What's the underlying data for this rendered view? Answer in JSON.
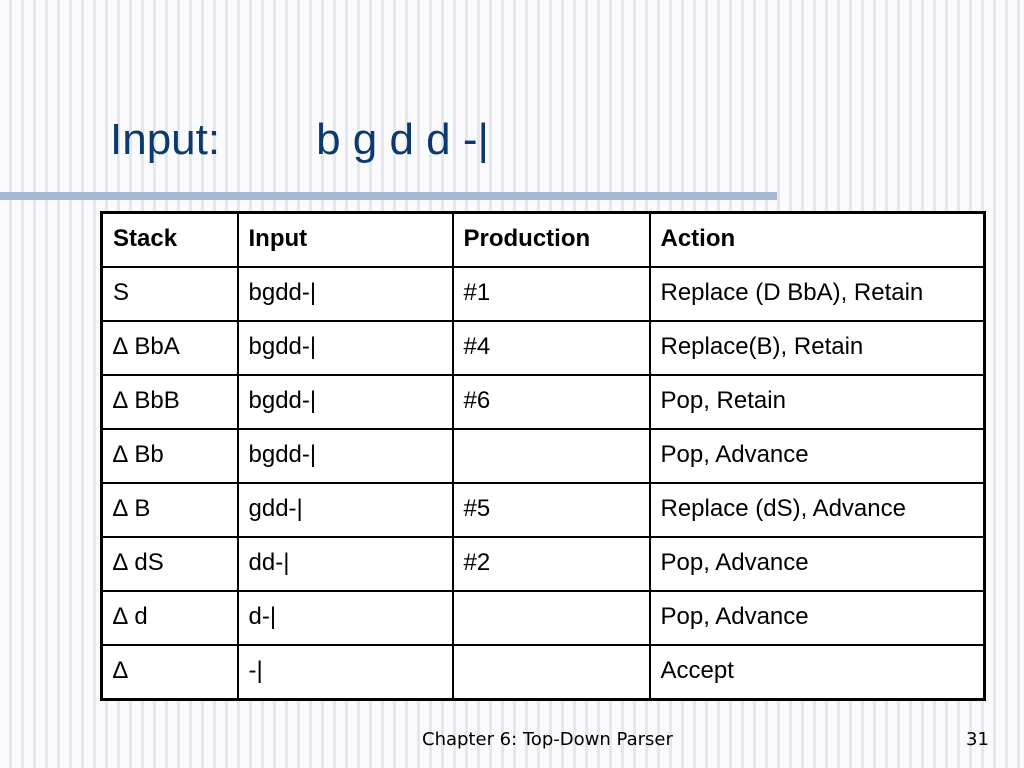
{
  "slide": {
    "title_label": "Input:",
    "title_value": "b g d d -|"
  },
  "table": {
    "headers": [
      "Stack",
      "Input",
      "Production",
      "Action"
    ],
    "rows": [
      [
        "S",
        "bgdd-|",
        "#1",
        "Replace (D BbA), Retain"
      ],
      [
        "∆ BbA",
        "bgdd-|",
        "#4",
        "Replace(B), Retain"
      ],
      [
        "∆ BbB",
        "bgdd-|",
        "#6",
        "Pop, Retain"
      ],
      [
        "∆ Bb",
        "bgdd-|",
        "",
        "Pop, Advance"
      ],
      [
        "∆ B",
        "gdd-|",
        "#5",
        "Replace (dS), Advance"
      ],
      [
        "∆ dS",
        "dd-|",
        "#2",
        "Pop, Advance"
      ],
      [
        "∆ d",
        "d-|",
        "",
        "Pop, Advance"
      ],
      [
        "∆",
        "-|",
        "",
        "Accept"
      ]
    ]
  },
  "footer": {
    "text": "Chapter 6: Top-Down Parser",
    "page": "31"
  },
  "colors": {
    "title": "#0d3a6e",
    "rule": "#a6b9d3",
    "background": "#fbfbfd",
    "stripe": "#e4e7ee"
  }
}
